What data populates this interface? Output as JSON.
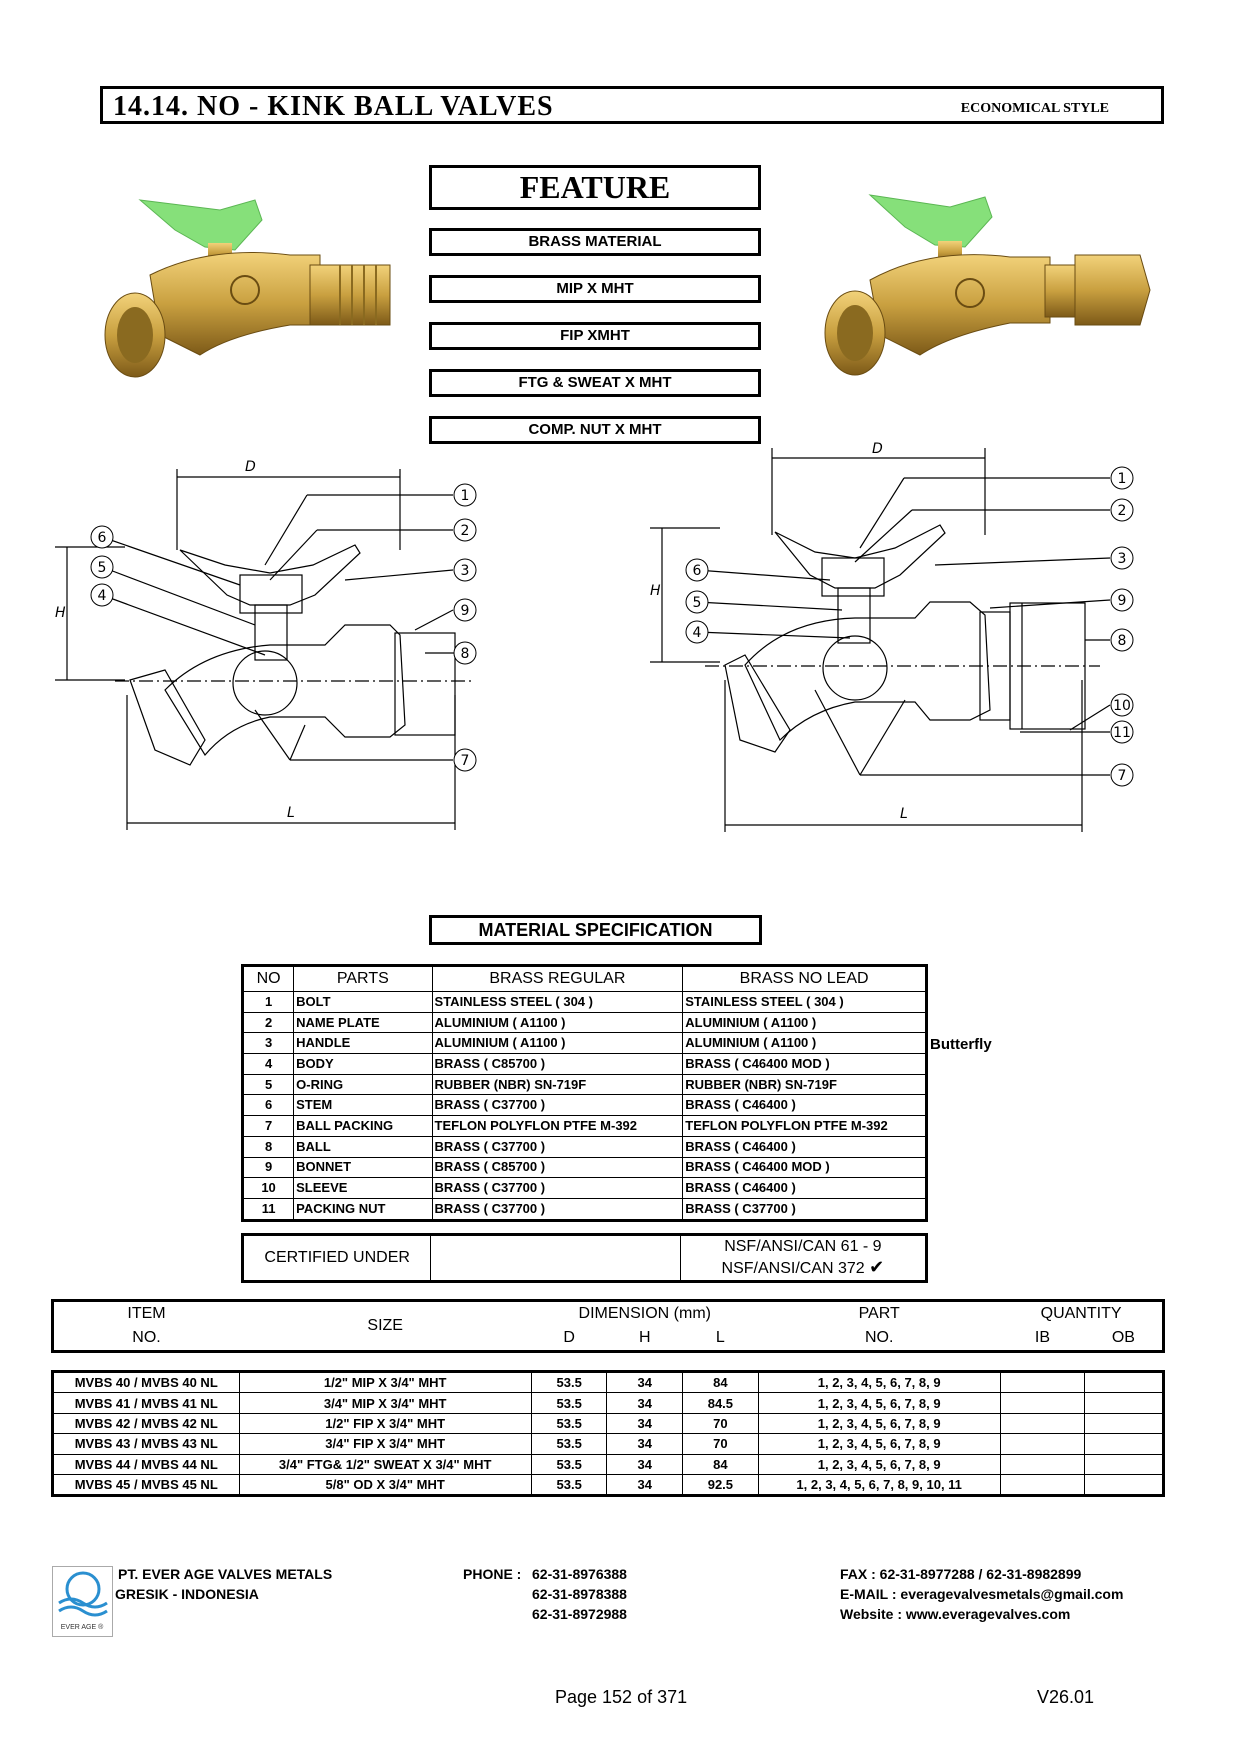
{
  "header": {
    "title": "14.14.  NO - KINK BALL VALVES",
    "style": "ECONOMICAL STYLE"
  },
  "feature": {
    "heading": "FEATURE",
    "items": [
      "BRASS MATERIAL",
      "MIP X MHT",
      "FIP XMHT",
      "FTG & SWEAT X MHT",
      "COMP. NUT X MHT"
    ]
  },
  "drawing": {
    "left": {
      "dim_d": "D",
      "dim_h": "H",
      "dim_l": "L",
      "callouts": [
        "1",
        "2",
        "3",
        "9",
        "8",
        "7",
        "6",
        "5",
        "4"
      ]
    },
    "right": {
      "dim_d": "D",
      "dim_h": "H",
      "dim_l": "L",
      "callouts": [
        "1",
        "2",
        "3",
        "9",
        "8",
        "10",
        "11",
        "7",
        "6",
        "5",
        "4"
      ]
    }
  },
  "material_spec": {
    "title": "MATERIAL SPECIFICATION",
    "headers": [
      "NO",
      "PARTS",
      "BRASS REGULAR",
      "BRASS NO LEAD"
    ],
    "rows": [
      [
        "1",
        "BOLT",
        "STAINLESS STEEL ( 304 )",
        "STAINLESS STEEL ( 304 )"
      ],
      [
        "2",
        "NAME PLATE",
        "ALUMINIUM  ( A1100 )",
        "ALUMINIUM  ( A1100 )"
      ],
      [
        "3",
        "HANDLE",
        "ALUMINIUM  ( A1100 )",
        "ALUMINIUM  ( A1100 )"
      ],
      [
        "4",
        "BODY",
        "BRASS ( C85700 )",
        "BRASS ( C46400 MOD )"
      ],
      [
        "5",
        "O-RING",
        "RUBBER (NBR) SN-719F",
        "RUBBER (NBR) SN-719F"
      ],
      [
        "6",
        "STEM",
        "BRASS ( C37700 )",
        "BRASS ( C46400 )"
      ],
      [
        "7",
        "BALL PACKING",
        "TEFLON POLYFLON PTFE M-392",
        "TEFLON POLYFLON PTFE M-392"
      ],
      [
        "8",
        "BALL",
        "BRASS ( C37700 )",
        "BRASS ( C46400 )"
      ],
      [
        "9",
        "BONNET",
        "BRASS ( C85700 )",
        "BRASS ( C46400 MOD )"
      ],
      [
        "10",
        "SLEEVE",
        "BRASS ( C37700 )",
        "BRASS ( C46400 )"
      ],
      [
        "11",
        "PACKING NUT",
        "BRASS ( C37700 )",
        "BRASS ( C37700 )"
      ]
    ],
    "side_note": "Butterfly",
    "certified_label": "CERTIFIED UNDER",
    "cert_line1": "NSF/ANSI/CAN 61 - 9",
    "cert_line2": "NSF/ANSI/CAN 372"
  },
  "items_table": {
    "h_item": "ITEM",
    "h_no": "NO.",
    "h_size": "SIZE",
    "h_dimension": "DIMENSION (mm)",
    "h_d": "D",
    "h_h": "H",
    "h_l": "L",
    "h_part": "PART",
    "h_part_no": "NO.",
    "h_quantity": "QUANTITY",
    "h_ib": "IB",
    "h_ob": "OB",
    "rows": [
      [
        "MVBS 40 / MVBS 40 NL",
        "1/2\" MIP X 3/4\" MHT",
        "53.5",
        "34",
        "84",
        "1, 2, 3, 4, 5, 6, 7, 8, 9",
        "",
        ""
      ],
      [
        "MVBS 41 / MVBS 41 NL",
        "3/4\" MIP X 3/4\" MHT",
        "53.5",
        "34",
        "84.5",
        "1, 2, 3, 4, 5, 6, 7, 8, 9",
        "",
        ""
      ],
      [
        "MVBS 42 / MVBS 42 NL",
        "1/2\" FIP X 3/4\" MHT",
        "53.5",
        "34",
        "70",
        "1, 2, 3, 4, 5, 6, 7, 8, 9",
        "",
        ""
      ],
      [
        "MVBS 43 / MVBS 43 NL",
        "3/4\" FIP X 3/4\" MHT",
        "53.5",
        "34",
        "70",
        "1, 2, 3, 4, 5, 6, 7, 8, 9",
        "",
        ""
      ],
      [
        "MVBS 44 / MVBS 44 NL",
        "3/4\" FTG& 1/2\" SWEAT X 3/4\" MHT",
        "53.5",
        "34",
        "84",
        "1, 2, 3, 4, 5, 6, 7, 8, 9",
        "",
        ""
      ],
      [
        "MVBS 45 / MVBS 45 NL",
        "5/8\" OD X 3/4\" MHT",
        "53.5",
        "34",
        "92.5",
        "1, 2, 3, 4, 5, 6, 7, 8, 9, 10, 11",
        "",
        ""
      ]
    ]
  },
  "footer": {
    "logo_text": "EVER AGE ®",
    "company": "PT. EVER AGE VALVES METALS",
    "location": "GRESIK - INDONESIA",
    "phone_label": "PHONE :",
    "phones": [
      "62-31-8976388",
      "62-31-8978388",
      "62-31-8972988"
    ],
    "fax": "FAX  : 62-31-8977288 / 62-31-8982899",
    "email": "E-MAIL  : everagevalvesmetals@gmail.com",
    "website": "Website  : www.everagevalves.com",
    "page": "Page 152 of 371",
    "version": "V26.01"
  },
  "colors": {
    "handle_green": "#86e07a",
    "brass": "#c9a040",
    "border": "#000000"
  }
}
